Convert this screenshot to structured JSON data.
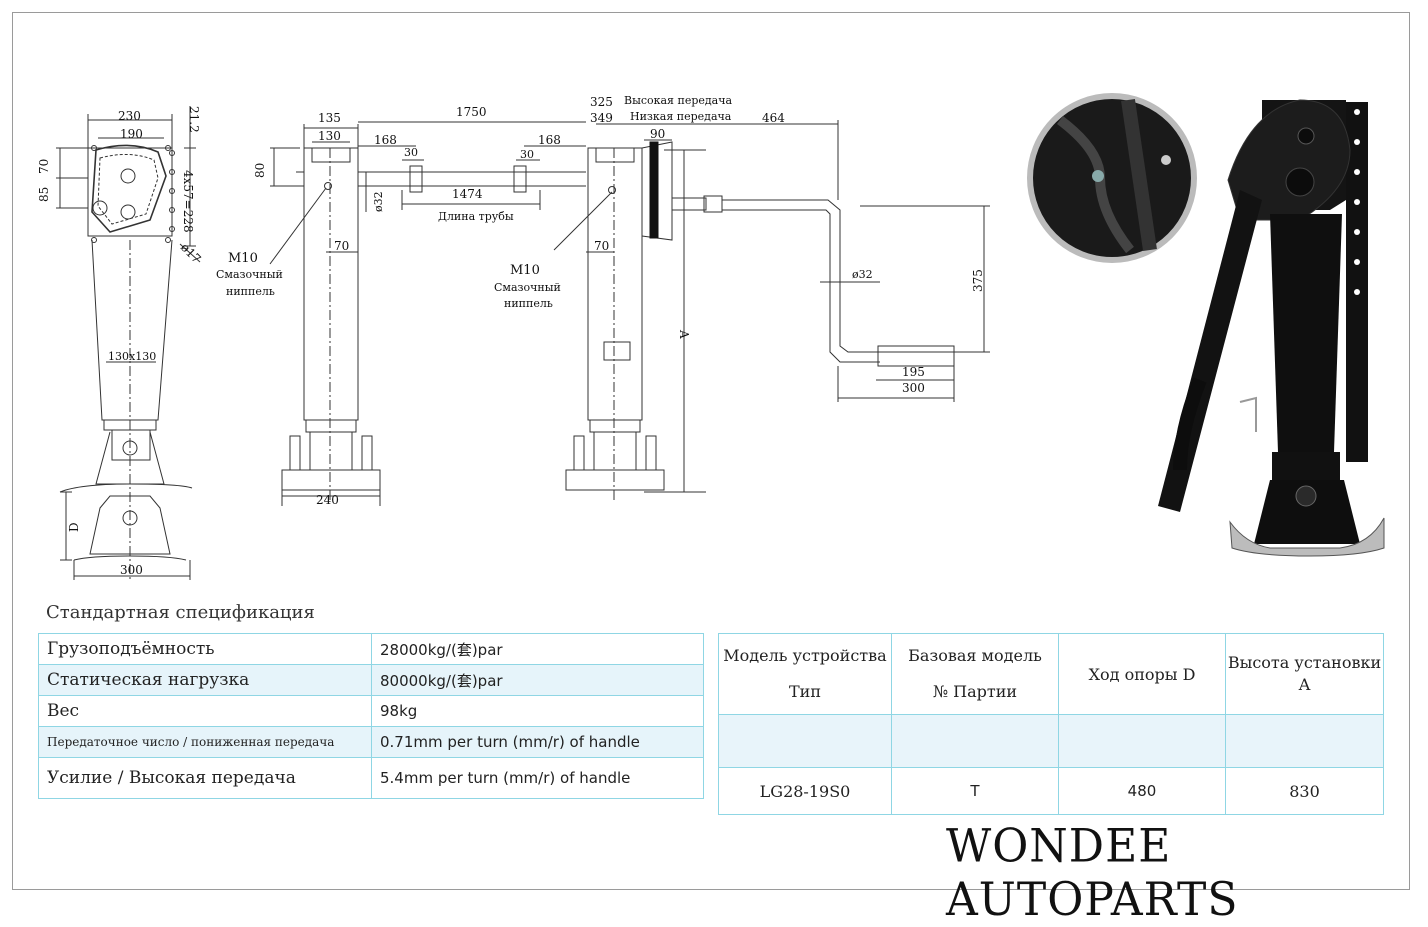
{
  "drawing": {
    "dims": {
      "d230": "230",
      "d190": "190",
      "d212": "21.2",
      "d70a": "70",
      "d85": "85",
      "d4x57": "4x57=228",
      "d17": "ø17",
      "d130x130": "130x130",
      "dD": "D",
      "d300a": "300",
      "d135": "135",
      "d130": "130",
      "d1750": "1750",
      "d168a": "168",
      "d168b": "168",
      "d80": "80",
      "d30a": "30",
      "d30b": "30",
      "d1474": "1474",
      "d32a": "ø32",
      "d70b": "70",
      "d240": "240",
      "d325": "325",
      "d349": "349",
      "d90": "90",
      "d70c": "70",
      "dA": "A",
      "d464": "464",
      "d32b": "ø32",
      "d375": "375",
      "d195": "195",
      "d300b": "300"
    },
    "labels": {
      "m10a": "M10",
      "grease1a": "Смазочный",
      "grease1b": "ниппель",
      "m10b": "M10",
      "grease2a": "Смазочный",
      "grease2b": "ниппель",
      "pipe_len": "Длина трубы",
      "high_gear": "Высокая передача",
      "low_gear": "Низкая передача"
    }
  },
  "spec": {
    "title": "Стандартная спецификация",
    "rows": [
      {
        "label": "Грузоподъёмность",
        "value": "28000kg/(套)par"
      },
      {
        "label": "Статическая нагрузка",
        "value": "80000kg/(套)par"
      },
      {
        "label": "Вес",
        "value": "98kg"
      },
      {
        "label": "Передаточное число / пониженная передача",
        "value": "0.71mm per turn (mm/r) of handle"
      },
      {
        "label": "Усилие / Высокая передача",
        "value": "5.4mm per turn (mm/r) of handle"
      }
    ]
  },
  "model_table": {
    "h1a": "Модель устройства",
    "h1b": "Тип",
    "h2a": "Базовая модель",
    "h2b": "№ Партии",
    "h3": "Ход опоры D",
    "h4a": "Высота установки",
    "h4b": "A",
    "row": {
      "model": "LG28-19S0",
      "part": "T",
      "stroke": "480",
      "height": "830"
    }
  },
  "brand": "WONDEE AUTOPARTS",
  "colors": {
    "table_border": "#8fd6e4",
    "table_band": "#e6f4fa",
    "line": "#333333"
  }
}
